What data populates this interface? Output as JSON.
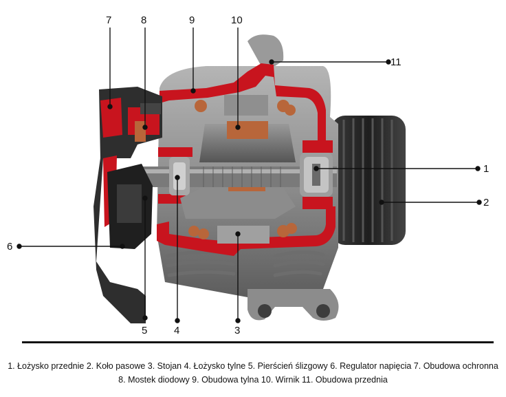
{
  "callouts": [
    {
      "id": "1",
      "label": "1"
    },
    {
      "id": "2",
      "label": "2"
    },
    {
      "id": "3",
      "label": "3"
    },
    {
      "id": "4",
      "label": "4"
    },
    {
      "id": "5",
      "label": "5"
    },
    {
      "id": "6",
      "label": "6"
    },
    {
      "id": "7",
      "label": "7"
    },
    {
      "id": "8",
      "label": "8"
    },
    {
      "id": "9",
      "label": "9"
    },
    {
      "id": "10",
      "label": "10"
    },
    {
      "id": "11",
      "label": "11"
    }
  ],
  "legend": {
    "text": "1. Łożysko przednie   2. Koło pasowe   3. Stojan   4. Łożysko tylne   5. Pierścień ślizgowy   6. Regulator napięcia   7. Obudowa ochronna   8. Mostek diodowy   9. Obudowa tylna   10. Wirnik   11. Obudowa przednia"
  },
  "colors": {
    "cut_red": "#c8141e",
    "housing_gray": "#8a8a8a",
    "dark": "#2a2a2a",
    "copper": "#b8663a"
  }
}
